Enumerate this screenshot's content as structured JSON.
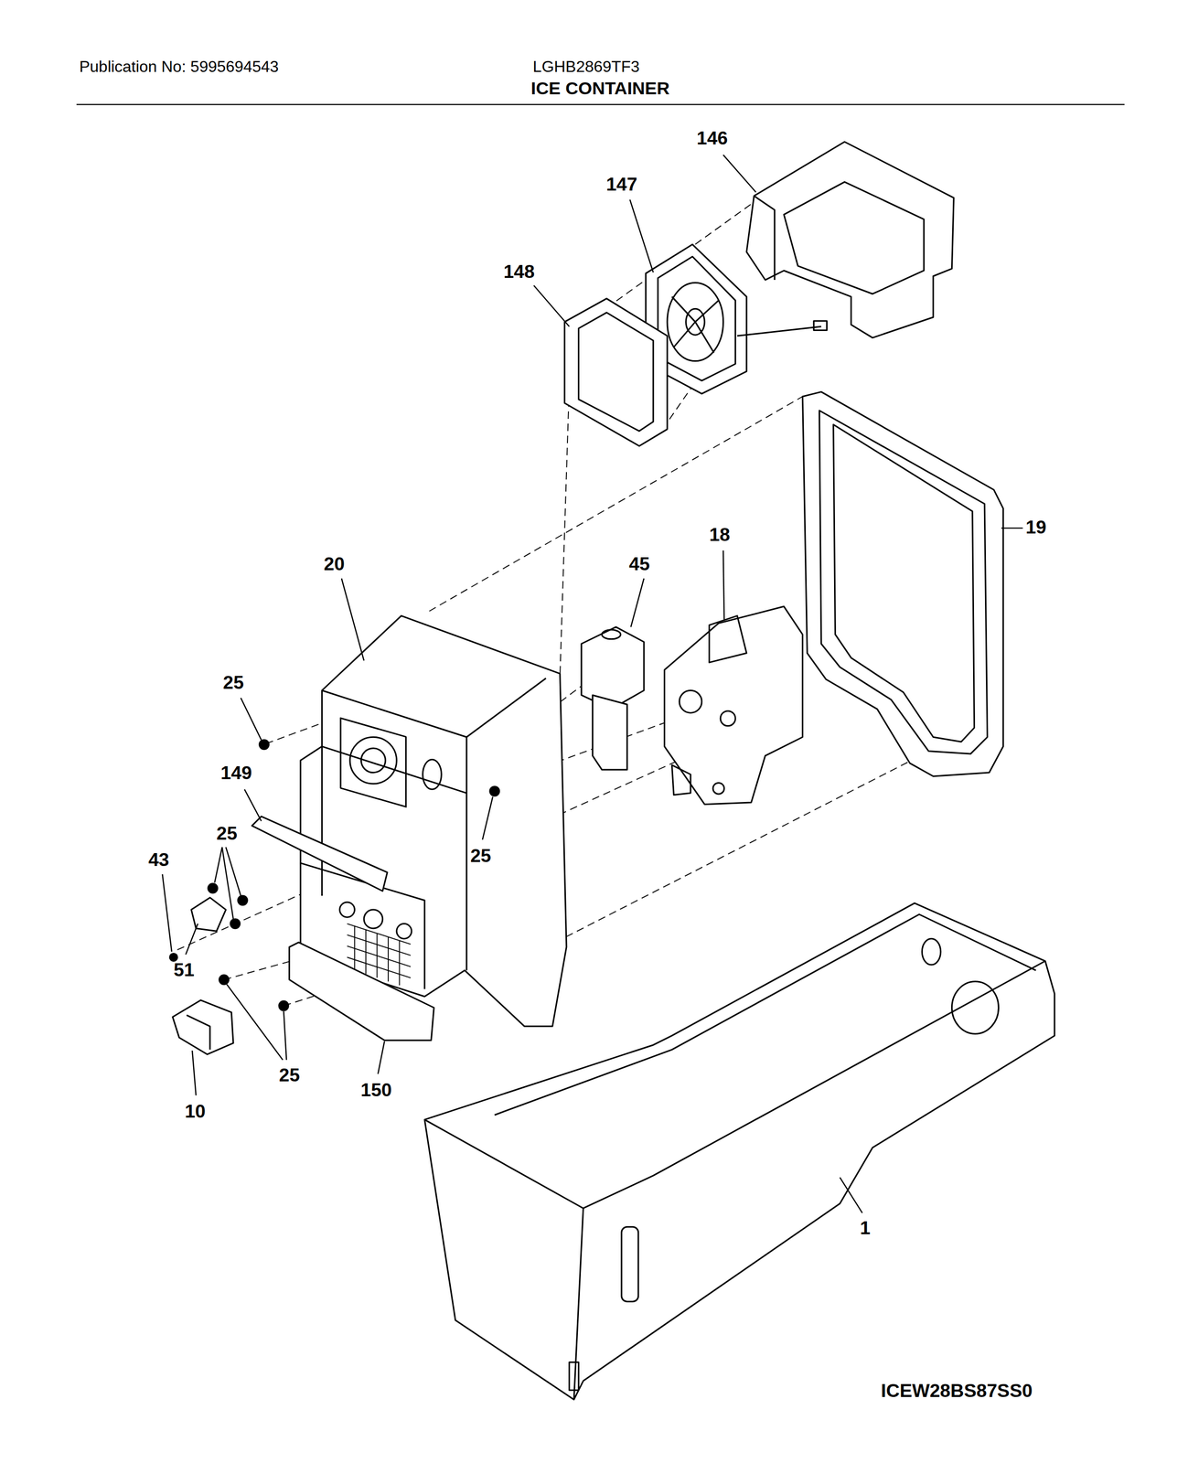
{
  "diagram": {
    "title": "ICE CONTAINER",
    "labels": [
      "Publication No: 5995694543",
      "LGHB2869TF3",
      "146",
      "147",
      "148",
      "20",
      "45",
      "18",
      "19",
      "25",
      "149",
      "25",
      "43",
      "25",
      "51",
      "25",
      "150",
      "10",
      "1",
      "ICEW28BS87SS0"
    ]
  }
}
